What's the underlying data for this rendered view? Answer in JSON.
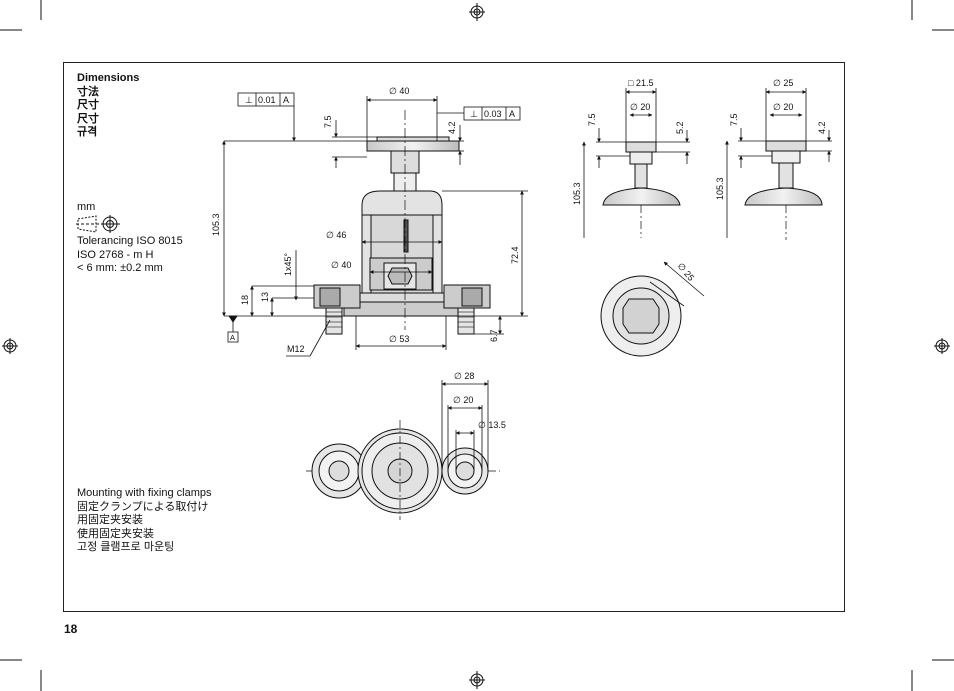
{
  "heading": "Dimensions",
  "heading_translations": [
    "寸法",
    "尺寸",
    "尺寸",
    "규격"
  ],
  "units": "mm",
  "tolerancing": [
    "Tolerancing ISO 8015",
    "ISO 2768 - m H",
    "< 6 mm: ±0.2 mm"
  ],
  "mounting": [
    "Mounting with fixing clamps",
    "固定クランプによる取付け",
    "用固定夹安装",
    "使用固定夹安装",
    "고정 클램프로 마운팅"
  ],
  "page_number": "18",
  "dims": {
    "d40_top": "∅ 40",
    "perp_001": "0.01",
    "perp_003": "0.03",
    "datum_a": "A",
    "perp_symbol": "⊥",
    "h75": "7.5",
    "h42": "4.2",
    "h1053": "105.3",
    "d46": "∅ 46",
    "d40_mid": "∅ 40",
    "chamfer": "1x45°",
    "h18": "18",
    "h13": "13",
    "h724": "72.4",
    "h67": "6.7",
    "d53": "∅ 53",
    "m12": "M12",
    "sq215": "□ 21.5",
    "d20_a": "∅ 20",
    "h75_b": "7.5",
    "h52": "5.2",
    "h1053_b": "105.3",
    "d25": "∅ 25",
    "d20_b": "∅ 20",
    "h75_c": "7.5",
    "h42_c": "4.2",
    "h1053_c": "105.3",
    "d25_round": "∅ 25",
    "d28": "∅ 28",
    "d20_c": "∅ 20",
    "d135": "∅ 13.5"
  }
}
